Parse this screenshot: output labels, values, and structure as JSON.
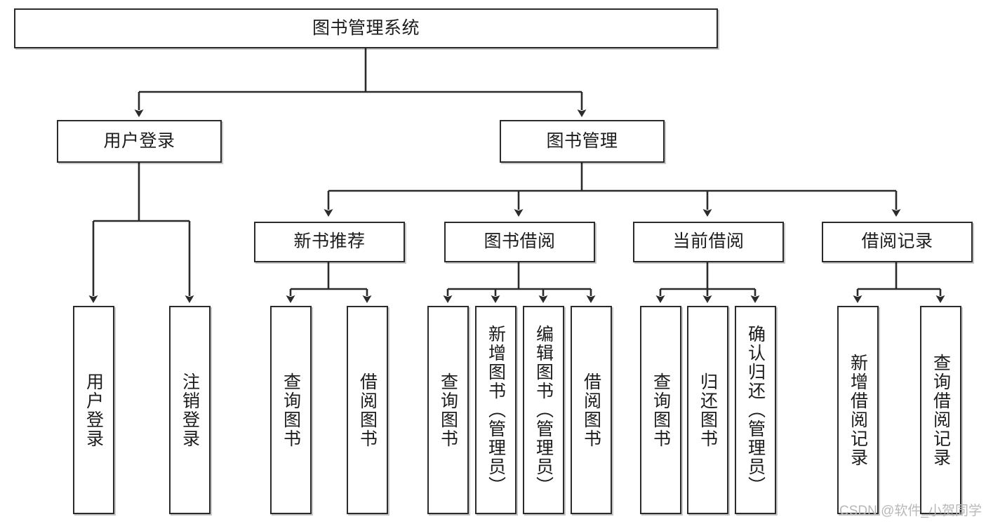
{
  "diagram": {
    "title_text": "图书管理系统",
    "type": "tree-hierarchy-chart",
    "stroke_color": "#2b2b2b",
    "fill_color": "#ffffff",
    "text_color": "#1c1c1c"
  },
  "root": {
    "label": "图书管理系统"
  },
  "level2": [
    {
      "label": "用户登录"
    },
    {
      "label": "图书管理"
    }
  ],
  "level3": [
    {
      "label": "新书推荐"
    },
    {
      "label": "图书借阅"
    },
    {
      "label": "当前借阅"
    },
    {
      "label": "借阅记录"
    }
  ],
  "leaves": {
    "user_login": [
      {
        "label": "用户登录"
      },
      {
        "label": "注销登录"
      }
    ],
    "new_book_recommend": [
      {
        "label": "查询图书"
      },
      {
        "label": "借阅图书"
      }
    ],
    "book_borrow": [
      {
        "label": "查询图书"
      },
      {
        "label": "新增图书（管理员）"
      },
      {
        "label": "编辑图书（管理员）"
      },
      {
        "label": "借阅图书"
      }
    ],
    "current_borrow": [
      {
        "label": "查询图书"
      },
      {
        "label": "归还图书"
      },
      {
        "label": "确认归还（管理员）"
      }
    ],
    "borrow_record": [
      {
        "label": "新增借阅记录"
      },
      {
        "label": "查询借阅记录"
      }
    ]
  },
  "watermark": {
    "text": "CSDN @软件_小贺同学"
  }
}
